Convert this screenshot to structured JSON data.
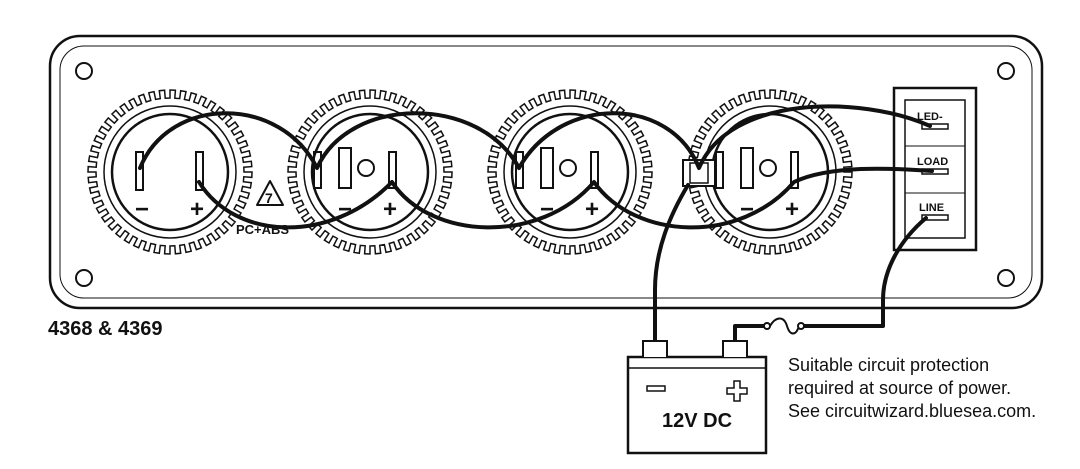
{
  "model_label": "4368 & 4369",
  "battery": {
    "label": "12V DC",
    "minus_symbol": "−",
    "plus_symbol": "+"
  },
  "note_lines": [
    "Suitable circuit protection",
    "required at source of power.",
    "See circuitwizard.bluesea.com."
  ],
  "socket_markings": {
    "minus": "−",
    "plus": "+"
  },
  "recycling_mark": {
    "number": "7",
    "material": "PC+ABS"
  },
  "switch_labels": {
    "top": "LED-",
    "middle": "LOAD",
    "bottom": "LINE"
  },
  "colors": {
    "ink": "#111111",
    "background": "#ffffff"
  }
}
